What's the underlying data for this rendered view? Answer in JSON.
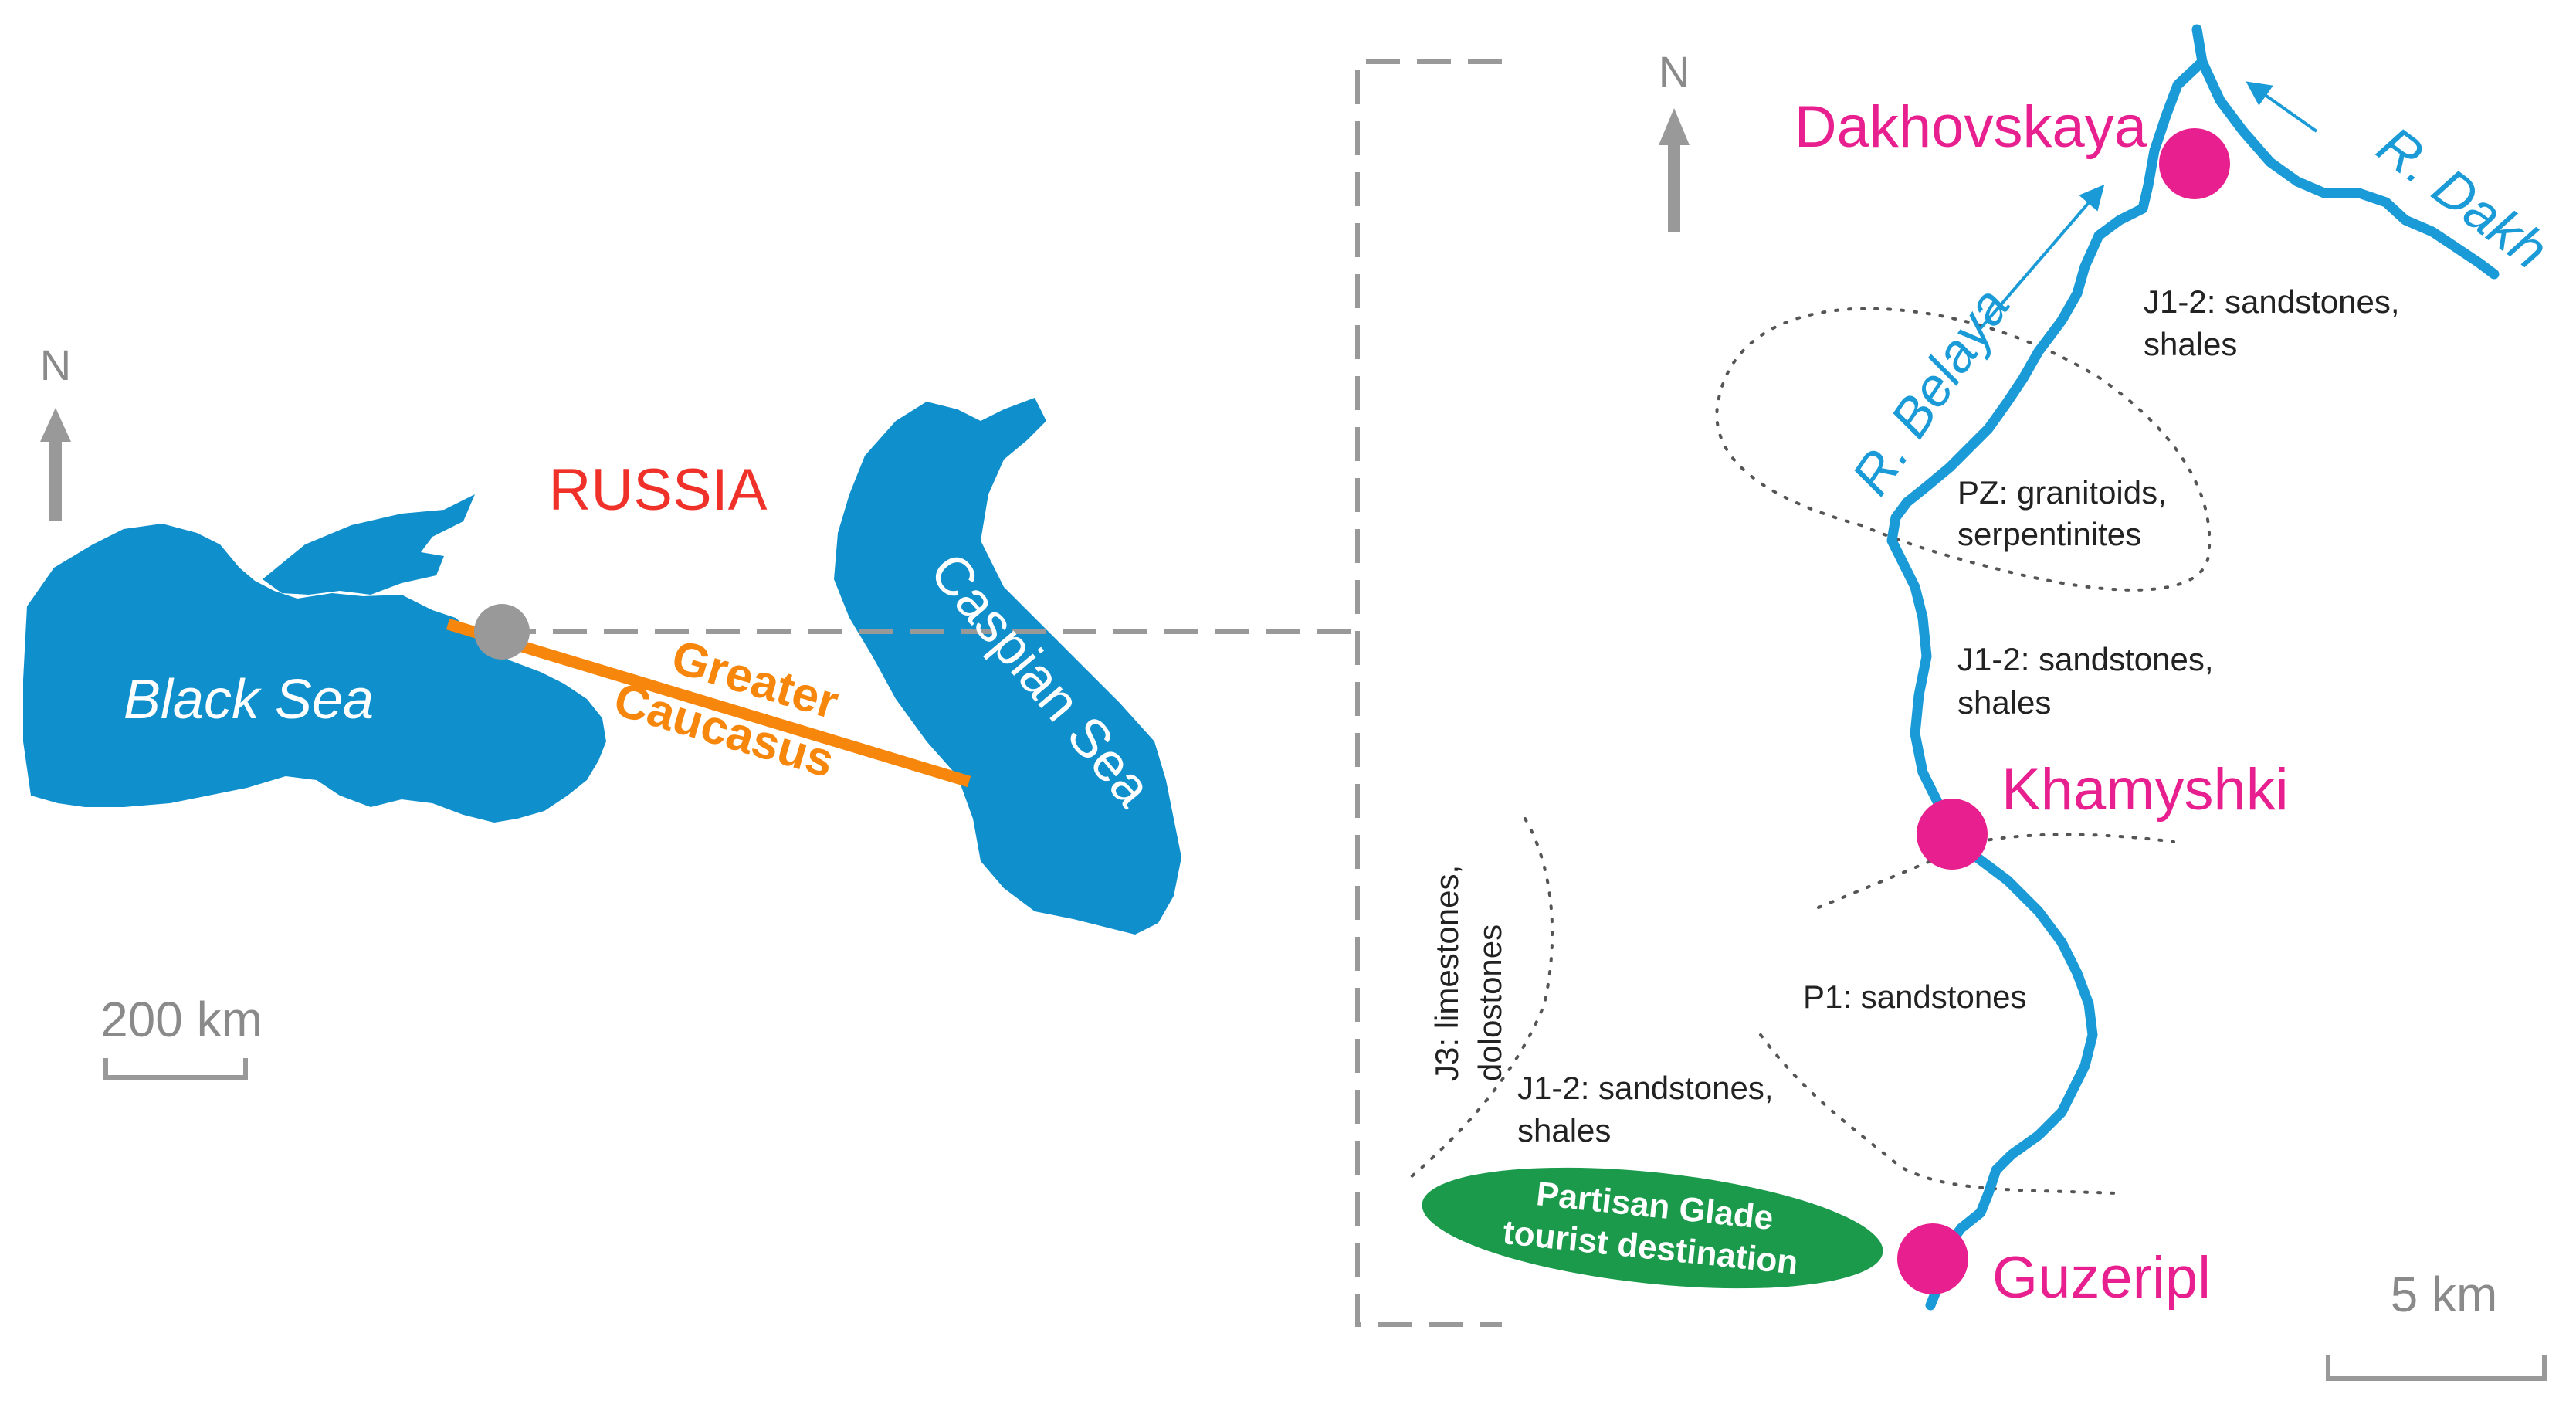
{
  "colors": {
    "water": "#0f8fcc",
    "river": "#1a9bd7",
    "town": "#e8208f",
    "caucasus": "#f7860c",
    "country_label": "#f0312a",
    "arrow_grey": "#999999",
    "destination": "#1a9a4a"
  },
  "overview_map": {
    "north_label": "N",
    "country_label": "RUSSIA",
    "black_sea_label": "Black Sea",
    "caspian_sea_label": "Caspian Sea",
    "range_label_line1": "Greater",
    "range_label_line2": "Caucasus",
    "scale_label": "200 km"
  },
  "detail_map": {
    "north_label": "N",
    "towns": [
      "Dakhovskaya",
      "Khamyshki",
      "Guzeripl"
    ],
    "rivers": [
      "R. Belaya",
      "R. Dakh"
    ],
    "geology": [
      {
        "line1": "J1-2: sandstones,",
        "line2": "shales"
      },
      {
        "line1": "PZ: granitoids,",
        "line2": "serpentinites"
      },
      {
        "line1": "J1-2: sandstones,",
        "line2": "shales"
      },
      {
        "line1": "P1: sandstones",
        "line2": ""
      },
      {
        "line1": "J3: limestones,",
        "line2": "dolostones"
      },
      {
        "line1": "J1-2: sandstones,",
        "line2": "shales"
      }
    ],
    "destination_line1": "Partisan Glade",
    "destination_line2": "tourist destination",
    "scale_label": "5 km"
  }
}
